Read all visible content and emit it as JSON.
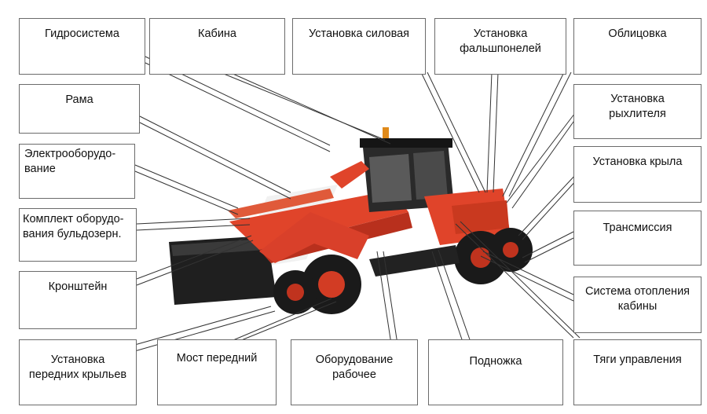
{
  "colors": {
    "machine_body": "#e0442a",
    "machine_dark": "#1e1e1e",
    "box_border": "#6b6b6b"
  },
  "illustration": "grader-machine",
  "labels": {
    "gidrosistema": "Гидросистема",
    "kabina": "Кабина",
    "ustanovka_silovaya": "Установка силовая",
    "falshponeli": "Установка фальшпонелей",
    "oblitsovka": "Облицовка",
    "rama": "Рама",
    "ryhlitel": "Установка рыхлителя",
    "elektro": "Электрооборудо-вание",
    "krylo": "Установка крыла",
    "buldozer": "Комплект оборудо-вания бульдозерн.",
    "transmissiya": "Трансмиссия",
    "kronshtein": "Кронштейн",
    "otoplenie": "Система отопления кабины",
    "perednie_krylya": "Установка передних крыльев",
    "most": "Мост передний",
    "rabochee": "Оборудование рабочее",
    "podnozhka": "Подножка",
    "tyagi": "Тяги управления"
  }
}
